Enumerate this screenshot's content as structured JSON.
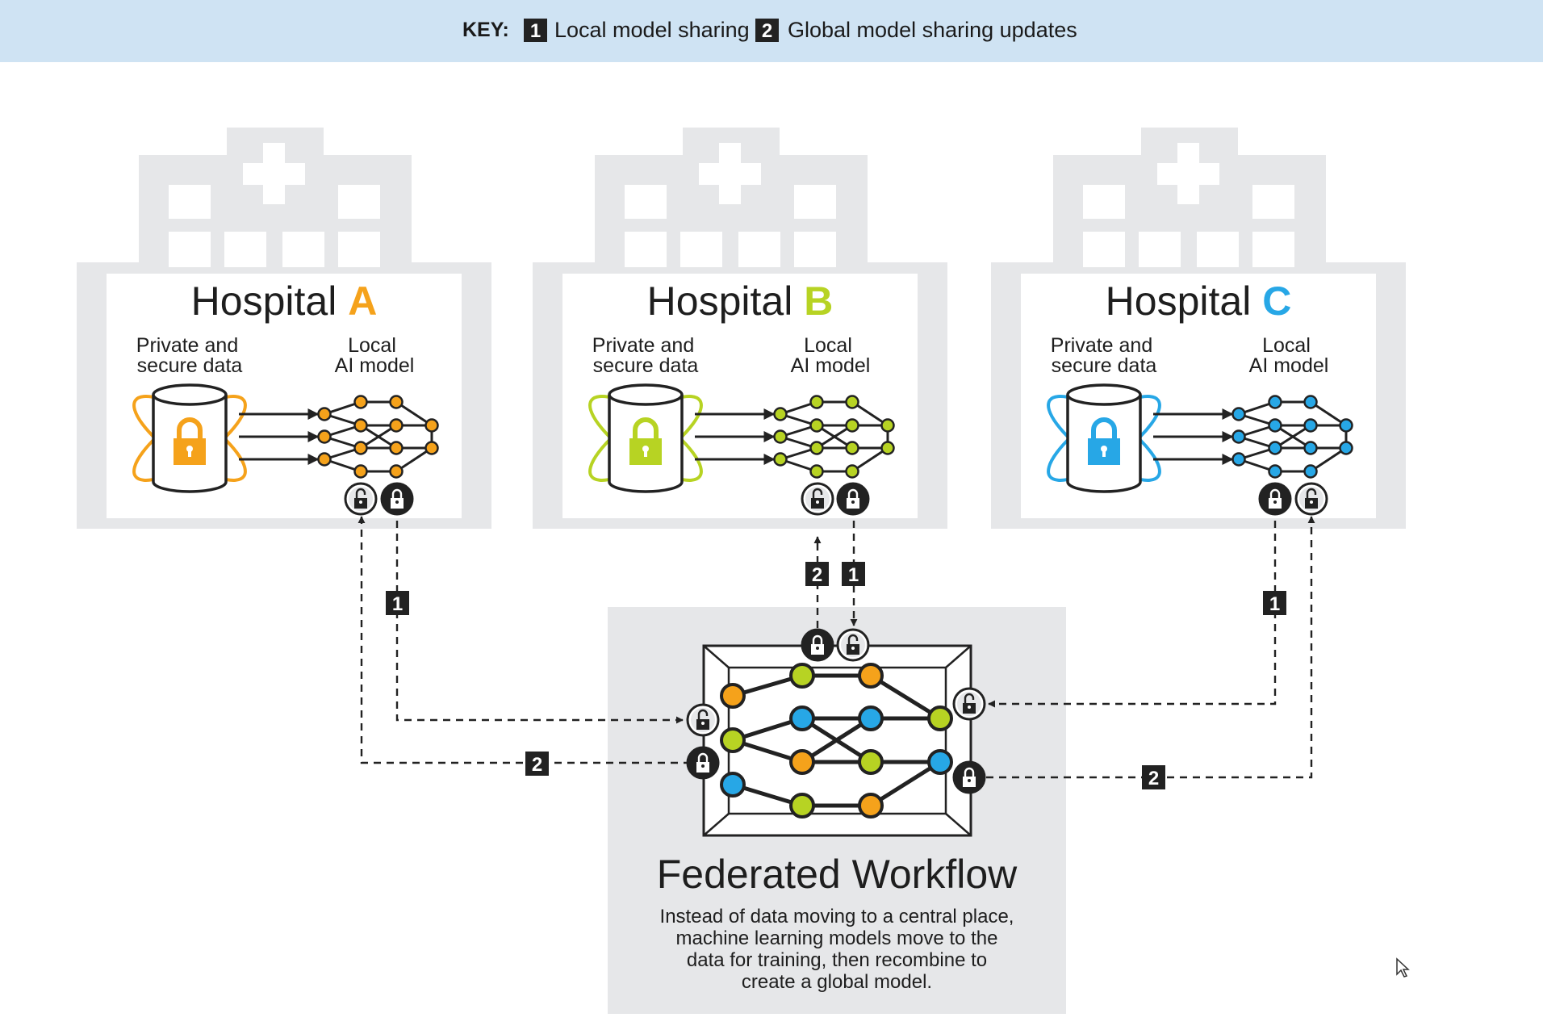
{
  "key": {
    "label": "KEY:",
    "items": [
      {
        "num": "1",
        "text": "Local model sharing"
      },
      {
        "num": "2",
        "text": "Global model sharing updates"
      }
    ]
  },
  "colors": {
    "hospital_a": "#f5a21b",
    "hospital_b": "#b7d323",
    "hospital_c": "#27a7e6",
    "ink": "#222222",
    "building": "#e6e7e9",
    "key_bar": "#cfe3f3",
    "badge": "#222222"
  },
  "hospitals": [
    {
      "title": "Hospital",
      "letter": "A",
      "data_label_1": "Private and",
      "data_label_2": "secure data",
      "model_label_1": "Local",
      "model_label_2": "AI model"
    },
    {
      "title": "Hospital",
      "letter": "B",
      "data_label_1": "Private and",
      "data_label_2": "secure data",
      "model_label_1": "Local",
      "model_label_2": "AI model"
    },
    {
      "title": "Hospital",
      "letter": "C",
      "data_label_1": "Private and",
      "data_label_2": "secure data",
      "model_label_1": "Local",
      "model_label_2": "AI model"
    }
  ],
  "badges": {
    "a_down": "1",
    "a_return": "2",
    "b_up": "2",
    "b_down": "1",
    "c_down": "1",
    "c_return": "2"
  },
  "federated": {
    "title": "Federated Workflow",
    "desc_1": "Instead of data moving to a central place,",
    "desc_2": "machine learning models move to the",
    "desc_3": "data for training, then recombine to",
    "desc_4": "create a global model."
  },
  "icons": [
    "lock-icon",
    "unlock-icon",
    "database-icon",
    "hospital-building-icon",
    "neural-network-icon",
    "mouse-cursor-icon"
  ]
}
